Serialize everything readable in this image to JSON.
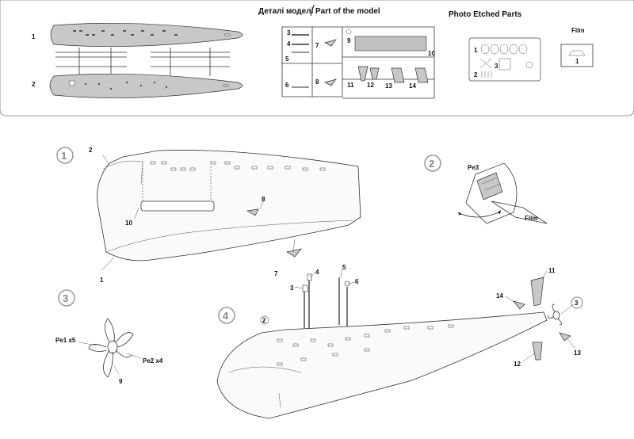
{
  "header": {
    "title_ua": "Деталі моделі",
    "title_en": "Part of the model",
    "photo_etched": "Photo Etched Parts",
    "film": "Film"
  },
  "sprue_labels": {
    "hull_top": "1",
    "hull_bottom": "2",
    "p3": "3",
    "p4": "4",
    "p5": "5",
    "p6": "6",
    "p7": "7",
    "p8": "8",
    "p9": "9",
    "p10": "10",
    "p11": "11",
    "p12": "12",
    "p13": "13",
    "p14": "14"
  },
  "pe_labels": {
    "pe1": "1",
    "pe2": "2",
    "pe3": "3"
  },
  "film_labels": {
    "f1": "1"
  },
  "steps": {
    "s1": {
      "num": "1",
      "labels": {
        "a": "2",
        "b": "10",
        "c": "8",
        "d": "7",
        "e": "1"
      }
    },
    "s2": {
      "num": "2",
      "pe": "Pe3",
      "film": "Film"
    },
    "s3": {
      "num": "3",
      "pe1": "Pe1 x5",
      "pe2": "Pe2 x4",
      "part": "9"
    },
    "s4": {
      "num": "4",
      "ref2": "2",
      "ref3": "3",
      "labels": {
        "p3": "3",
        "p4": "4",
        "p5": "5",
        "p6": "6",
        "p11": "11",
        "p12": "12",
        "p13": "13",
        "p14": "14"
      }
    }
  }
}
